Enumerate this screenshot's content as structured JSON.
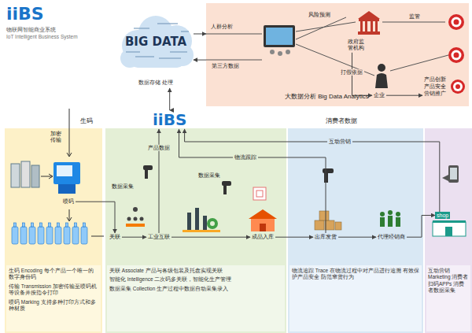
{
  "diagram": {
    "nodes": [
      {
        "text": [
          "BIG DATA",
          "数据存储 处理"
        ]
      },
      {
        "text": [
          "大数据分析 Big Data Analytics"
        ]
      },
      {
        "text": [
          "政府监管机构"
        ],
        "in": 1
      },
      {
        "text": [
          "企业"
        ],
        "in": 1
      },
      {
        "text": [
          "产品创新 产品安全 营销推广"
        ],
        "in": 1
      },
      {
        "text": [
          "iiBS"
        ]
      },
      {
        "text": [
          "生码",
          "生码 Encoding 每个产品一个唯一的数字身份码",
          "传输 Transmission 加密传输至喷码机等设备并按指令打印",
          "喷码 Marking 支持多种打印方式和多种材质"
        ]
      },
      {
        "text": [
          "关联 Associate 产品与各级包装及托盘实现关联",
          "智能化 Intelligence 二次码多关联，智能化生产管理",
          "数据采集 Collection 生产过程中数据自动采集录入"
        ]
      },
      {
        "text": [
          "消费者数据",
          "物流追踪 Trace 在物流过程中对产品进行追溯 有效保护产品安全 防范窜货行为"
        ]
      },
      {
        "text": [
          "互动营销 Marketing 消费者扫码APPs 消费者数据采集"
        ]
      },
      {
        "text": [
          "喷码"
        ],
        "in": 6
      },
      {
        "text": [
          "关联"
        ],
        "in": 7
      },
      {
        "text": [
          "工业互联"
        ],
        "in": 7
      },
      {
        "text": [
          "成品入库"
        ],
        "in": 7
      },
      {
        "text": [
          "出库发货"
        ],
        "in": 8
      },
      {
        "text": [
          "代理经销商"
        ],
        "in": 8
      },
      {
        "text": [
          "shop"
        ],
        "in": 9
      }
    ],
    "edges": [
      {
        "from": 0,
        "to": 1,
        "label": "人群分析",
        "arrow": "to"
      },
      {
        "from": 1,
        "to": 0,
        "label": "第三方数据",
        "arrow": "to"
      },
      {
        "from": 2,
        "to": 3,
        "label": "打假依据",
        "arrow": "to"
      },
      {
        "from": 3,
        "to": 4,
        "arrow": "to"
      },
      {
        "from": 5,
        "to": 0,
        "arrow": "both"
      },
      {
        "from": 10,
        "to": 11,
        "arrow": "to"
      },
      {
        "from": 11,
        "to": 12,
        "arrow": "to"
      },
      {
        "from": 12,
        "to": 13,
        "arrow": "to"
      },
      {
        "from": 13,
        "to": 14,
        "arrow": "to"
      },
      {
        "from": 14,
        "to": 15,
        "arrow": "to"
      },
      {
        "from": 15,
        "to": 16,
        "arrow": "to"
      },
      {
        "from": 12,
        "to": 5,
        "label": "产品数据",
        "arrow": "to"
      },
      {
        "from": 14,
        "to": 5,
        "label": "物流跟踪",
        "arrow": "to"
      },
      {
        "from": 16,
        "to": 5,
        "label": "互动营销",
        "arrow": "to"
      }
    ],
    "labels": [
      "iiBS",
      "物联网智能商业系统",
      "IoT Intelligent Business System",
      "风险预测",
      "监管",
      "加密传输",
      "数据采集",
      "数据采集"
    ]
  }
}
